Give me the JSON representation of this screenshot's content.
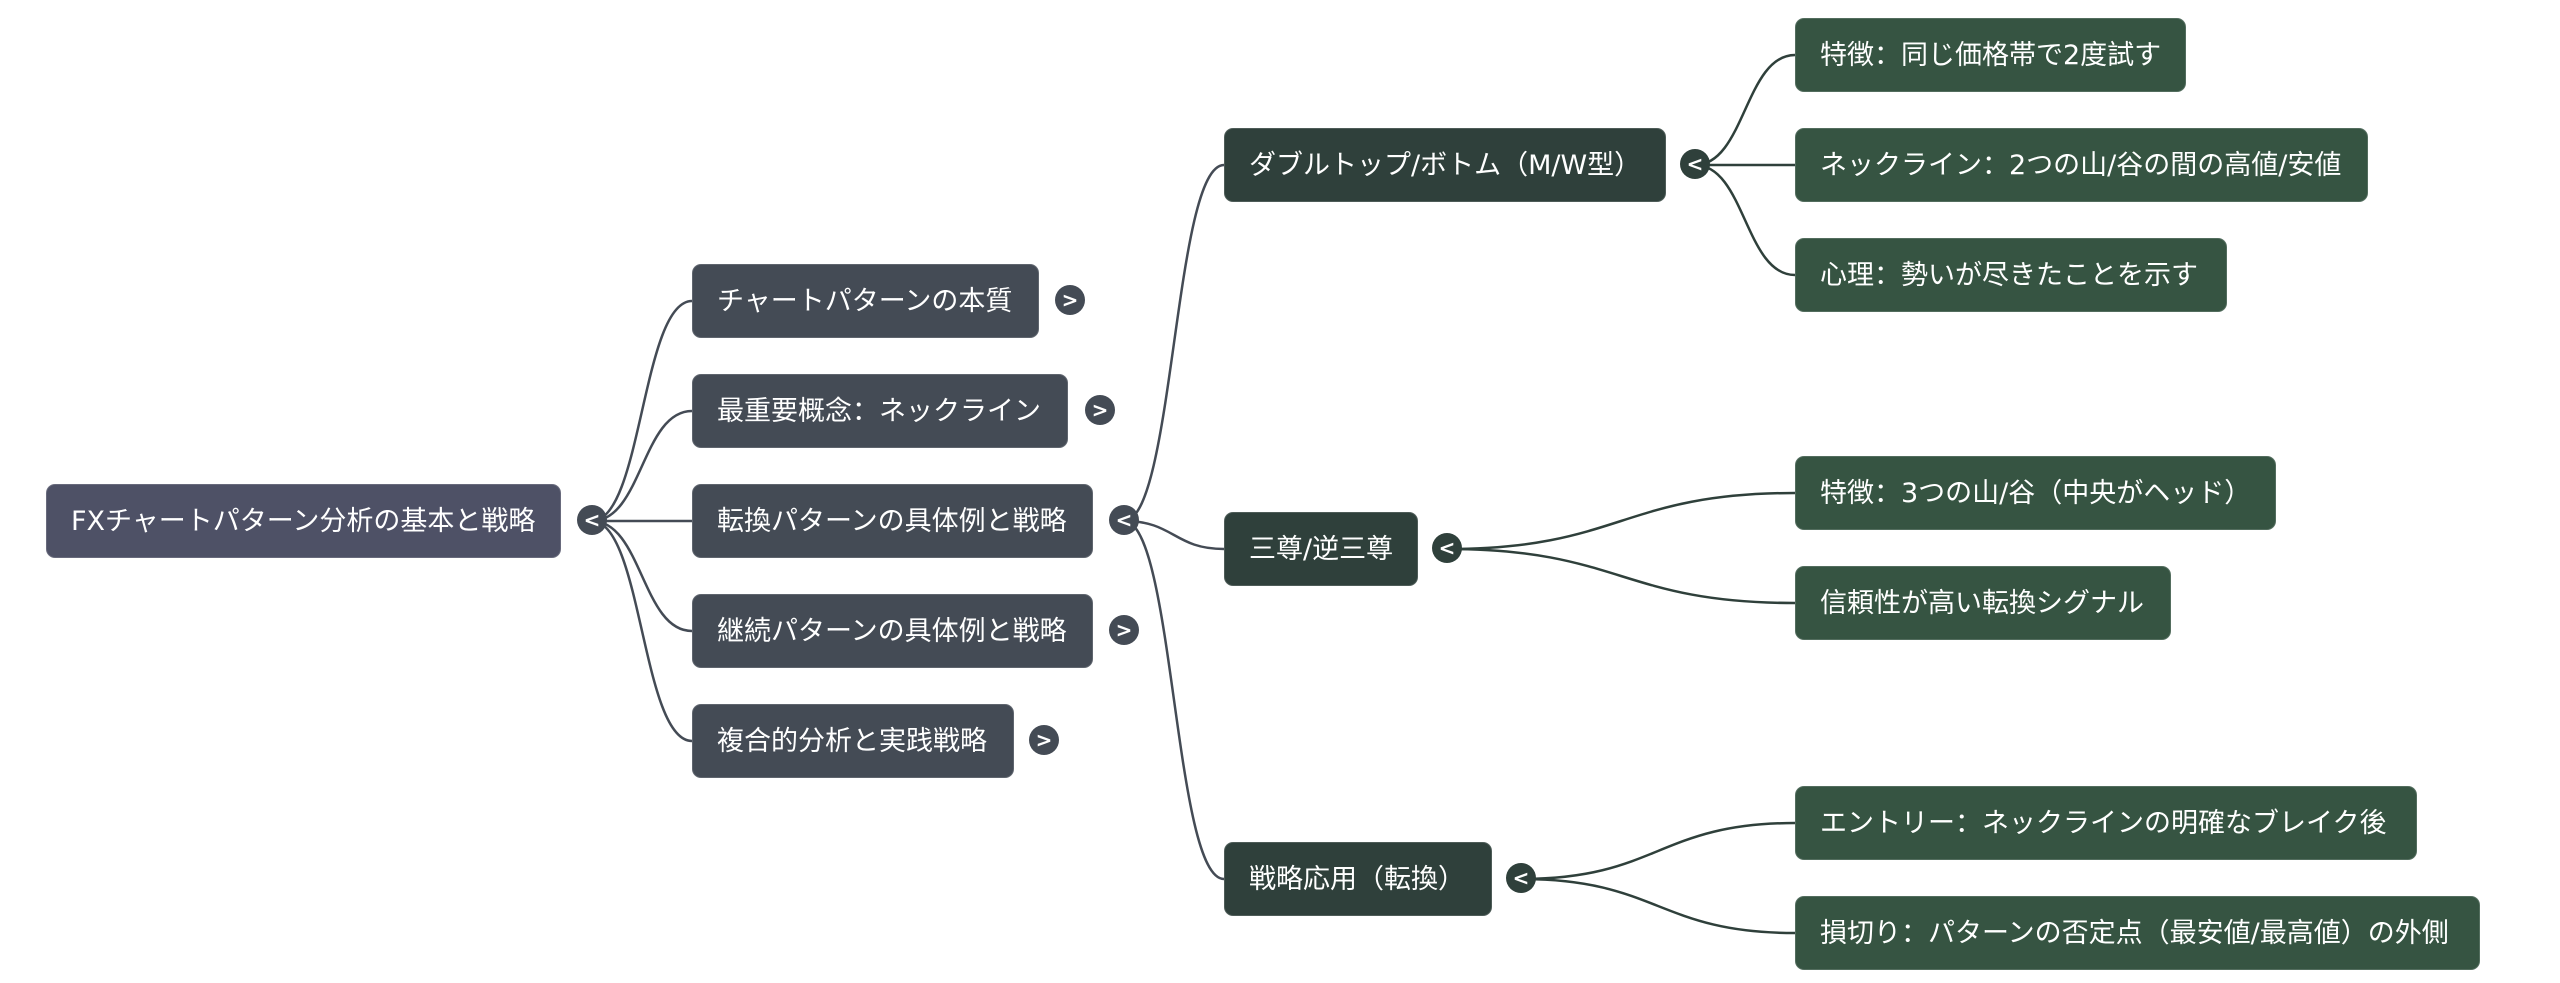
{
  "root": {
    "label": "FXチャートパターン分析の基本と戦略",
    "toggle": "<"
  },
  "level1": [
    {
      "label": "チャートパターンの本質",
      "toggle": ">"
    },
    {
      "label": "最重要概念：ネックライン",
      "toggle": ">"
    },
    {
      "label": "転換パターンの具体例と戦略",
      "toggle": "<"
    },
    {
      "label": "継続パターンの具体例と戦略",
      "toggle": ">"
    },
    {
      "label": "複合的分析と実践戦略",
      "toggle": ">"
    }
  ],
  "level2": [
    {
      "label": "ダブルトップ/ボトム（M/W型）",
      "toggle": "<",
      "children": [
        "特徴：同じ価格帯で2度試す",
        "ネックライン：2つの山/谷の間の高値/安値",
        "心理：勢いが尽きたことを示す"
      ]
    },
    {
      "label": "三尊/逆三尊",
      "toggle": "<",
      "children": [
        "特徴：3つの山/谷（中央がヘッド）",
        "信頼性が高い転換シグナル"
      ]
    },
    {
      "label": "戦略応用（転換）",
      "toggle": "<",
      "children": [
        "エントリー：ネックラインの明確なブレイク後",
        "損切り：パターンの否定点（最安値/最高値）の外側"
      ]
    }
  ],
  "colors": {
    "root": "#4e5166",
    "level1": "#444b55",
    "level2": "#2f403b",
    "level3": "#365442",
    "link_gray": "#444b55",
    "link_green": "#2f403b"
  }
}
